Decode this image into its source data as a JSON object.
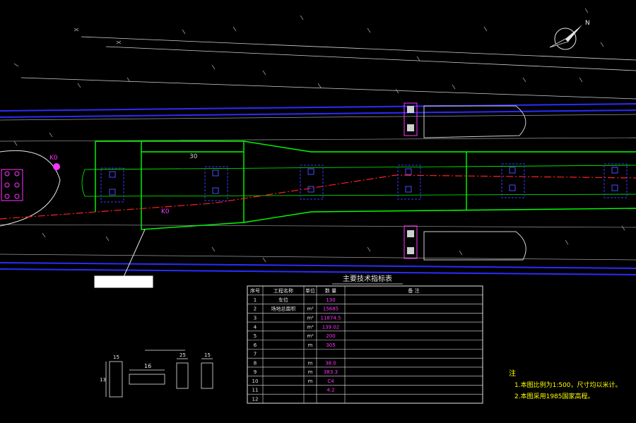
{
  "drawing": {
    "background": "#000000",
    "colors": {
      "road_edge": "#2b2bff",
      "platform": "#00ff00",
      "centerline": "#ff2020",
      "lines_white": "#e6e6e6",
      "lines_grey": "#9a9a9a",
      "magenta": "#ff33ff",
      "note_yellow": "#ffff00"
    },
    "station_labels": [
      "K0",
      "K0"
    ],
    "dimension_label": "30",
    "callout_label": "",
    "table": {
      "title": "主要技术指标表",
      "headers": [
        "序号",
        "工程名称",
        "单位",
        "数 量",
        "备 注"
      ],
      "rows": [
        [
          "1",
          "车位",
          "",
          "130",
          ""
        ],
        [
          "2",
          "场地总面积",
          "m²",
          "15685",
          ""
        ],
        [
          "3",
          "",
          "m²",
          "11874.5",
          ""
        ],
        [
          "4",
          "",
          "m²",
          "139.02",
          ""
        ],
        [
          "5",
          "",
          "m²",
          "200",
          ""
        ],
        [
          "6",
          "",
          "m",
          "305",
          ""
        ],
        [
          "7",
          "",
          "",
          "",
          ""
        ],
        [
          "8",
          "",
          "m",
          "38.0",
          ""
        ],
        [
          "9",
          "",
          "m",
          "383.3",
          ""
        ],
        [
          "10",
          "",
          "m",
          "C4",
          ""
        ],
        [
          "11",
          "",
          "",
          "4.2",
          ""
        ],
        [
          "12",
          "",
          "",
          "",
          ""
        ]
      ]
    },
    "detail_title": "",
    "detail_dims": [
      "16",
      "15",
      "25",
      "15",
      "13"
    ],
    "notes": {
      "title": "注",
      "lines": [
        "1.本图比例为1:500，尺寸均以米计。",
        "2.本图采用1985国家高程。"
      ]
    }
  }
}
